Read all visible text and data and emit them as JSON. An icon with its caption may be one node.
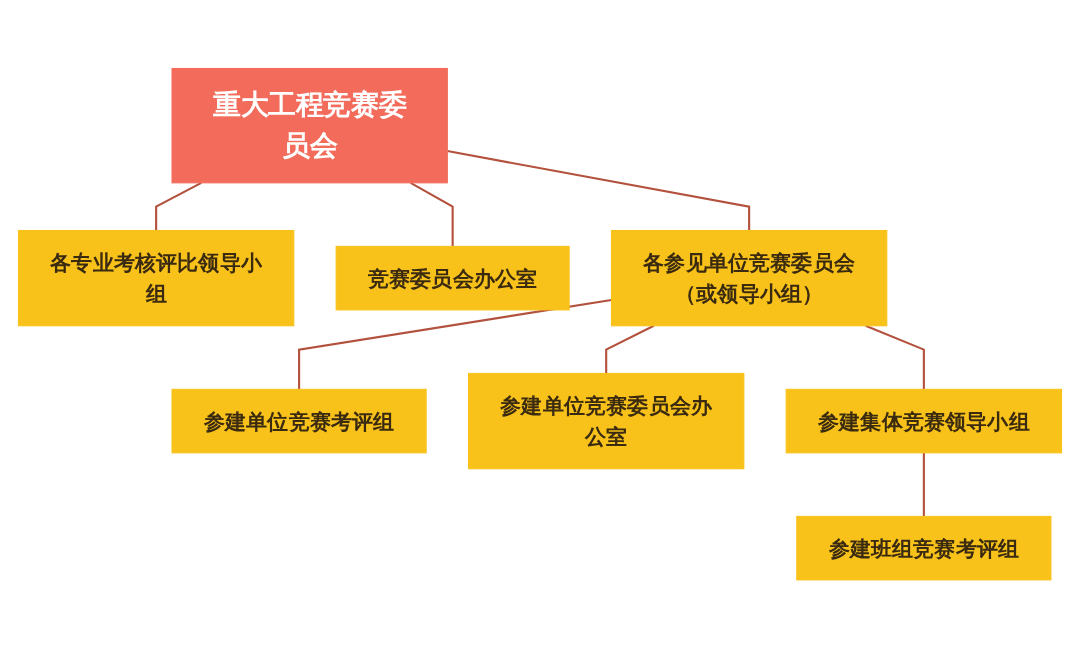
{
  "diagram": {
    "nodes": [
      {
        "text": [
          "重大工程竞赛委员会"
        ]
      },
      {
        "text": [
          "各专业考核评比领导小组"
        ]
      },
      {
        "text": [
          "竞赛委员会办公室"
        ]
      },
      {
        "text": [
          "各参见单位竞赛委员会（或领导小组）"
        ]
      },
      {
        "text": [
          "参建单位竞赛考评组"
        ]
      },
      {
        "text": [
          "参建单位竞赛委员会办公室"
        ]
      },
      {
        "text": [
          "参建集体竞赛领导小组"
        ]
      },
      {
        "text": [
          "参建班组竞赛考评组"
        ]
      }
    ],
    "edges": [
      {
        "from": 0,
        "to": 1,
        "arrow": "none"
      },
      {
        "from": 0,
        "to": 2,
        "arrow": "none"
      },
      {
        "from": 0,
        "to": 3,
        "arrow": "none"
      },
      {
        "from": 3,
        "to": 4,
        "arrow": "none"
      },
      {
        "from": 3,
        "to": 5,
        "arrow": "none"
      },
      {
        "from": 3,
        "to": 6,
        "arrow": "none"
      },
      {
        "from": 6,
        "to": 7,
        "arrow": "none"
      }
    ]
  }
}
